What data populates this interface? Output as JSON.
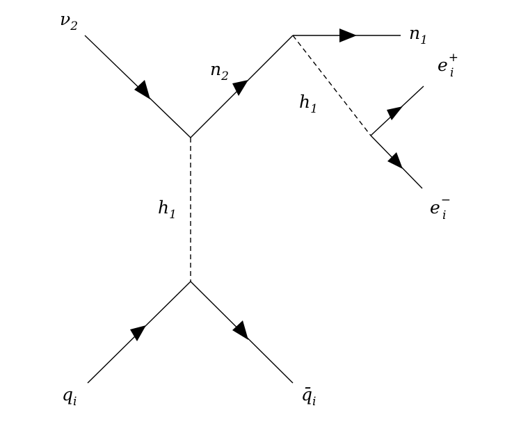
{
  "diagram": {
    "type": "feynman-diagram",
    "labels": {
      "nu2": {
        "base": "ν",
        "sub": "2",
        "sup": ""
      },
      "n2": {
        "base": "n",
        "sub": "2",
        "sup": ""
      },
      "n1": {
        "base": "n",
        "sub": "1",
        "sup": ""
      },
      "h1_top": {
        "base": "h",
        "sub": "1",
        "sup": ""
      },
      "h1_mid": {
        "base": "h",
        "sub": "1",
        "sup": ""
      },
      "e_plus": {
        "base": "e",
        "sub": "i",
        "sup": "+"
      },
      "e_minus": {
        "base": "e",
        "sub": "i",
        "sup": "−"
      },
      "q": {
        "base": "q",
        "sub": "i",
        "sup": ""
      },
      "qbar": {
        "base": "q̄",
        "sub": "i",
        "sup": ""
      }
    },
    "line_styles": {
      "fermion": "solid-with-arrow",
      "scalar": "dashed"
    }
  }
}
